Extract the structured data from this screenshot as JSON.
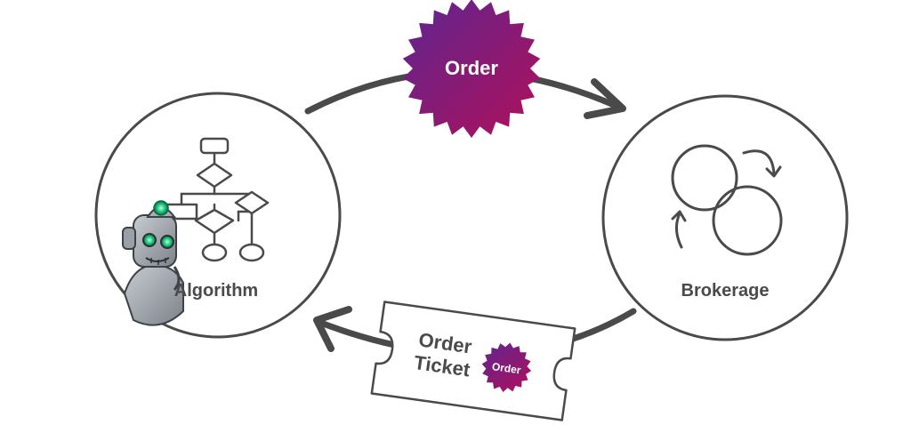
{
  "nodes": {
    "algorithm": {
      "label": "Algorithm"
    },
    "brokerage": {
      "label": "Brokerage"
    }
  },
  "badge": {
    "label": "Order"
  },
  "ticket": {
    "line1": "Order",
    "line2": "Ticket",
    "stamp_label": "Order"
  },
  "colors": {
    "stroke": "#4a4a4a",
    "badge_start": "#6a1f8f",
    "badge_end": "#a0105c",
    "text": "#4a4a4a",
    "badge_text": "#ffffff"
  },
  "icons": {
    "flowchart": "flowchart-icon",
    "cycle": "cycle-circles-icon",
    "robot": "robot-icon"
  }
}
